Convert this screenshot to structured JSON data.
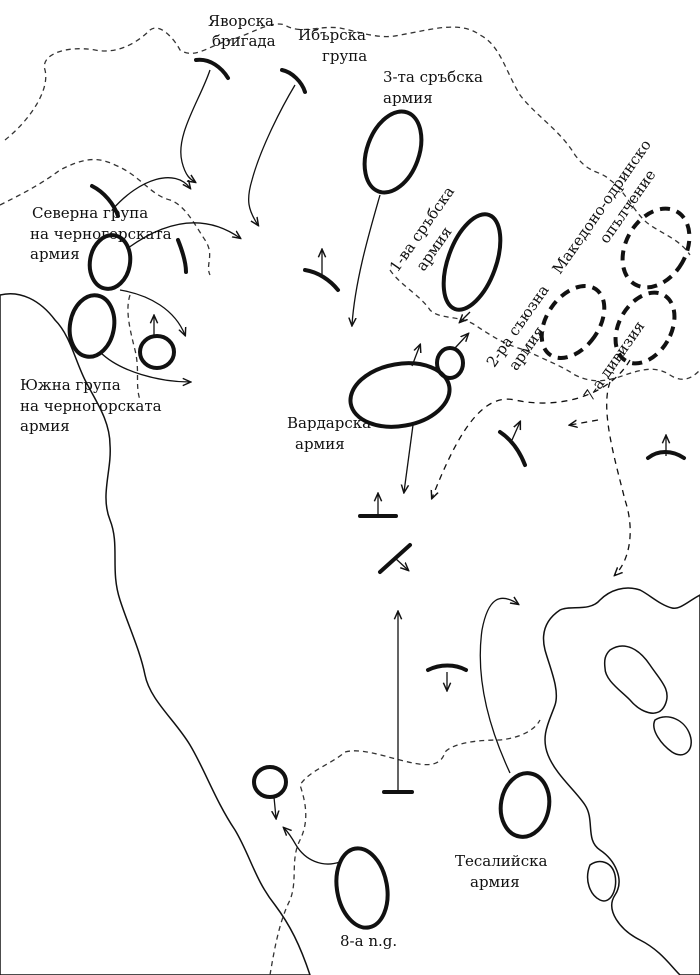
{
  "labels": {
    "yavorska": [
      "Яворска",
      "бригада"
    ],
    "ibarska": [
      "Ибърска",
      "група"
    ],
    "serb3": [
      "3-та сръбска",
      "армия"
    ],
    "serb1": [
      "1-ва сръбска",
      "армия"
    ],
    "north_montenegro": [
      "Северна група",
      "на черногорската",
      "армия"
    ],
    "south_montenegro": [
      "Южна група",
      "на черногорската",
      "армия"
    ],
    "makedono": [
      "Македоно-одринско",
      "опълчение"
    ],
    "allied2": [
      "2-ра съюзна",
      "армия"
    ],
    "div7": "7-а дивизия",
    "vardar": [
      "Вардарска",
      "армия"
    ],
    "thessaly": [
      "Тесалийска",
      "армия"
    ],
    "ng8": "8-а n.g."
  },
  "colors": {
    "ink": "#111111",
    "sea_hatch": "#555555",
    "background": "#ffffff"
  }
}
